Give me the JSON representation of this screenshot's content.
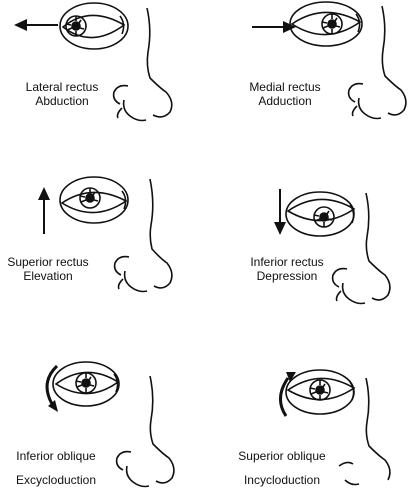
{
  "panels": [
    {
      "muscle": "Lateral rectus",
      "action": "Abduction"
    },
    {
      "muscle": "Medial rectus",
      "action": "Adduction"
    },
    {
      "muscle": "Superior rectus",
      "action": "Elevation"
    },
    {
      "muscle": "Inferior rectus",
      "action": "Depression"
    },
    {
      "muscle": "Inferior oblique",
      "action": "Excycloduction"
    },
    {
      "muscle": "Superior oblique",
      "action": "Incycloduction"
    }
  ]
}
